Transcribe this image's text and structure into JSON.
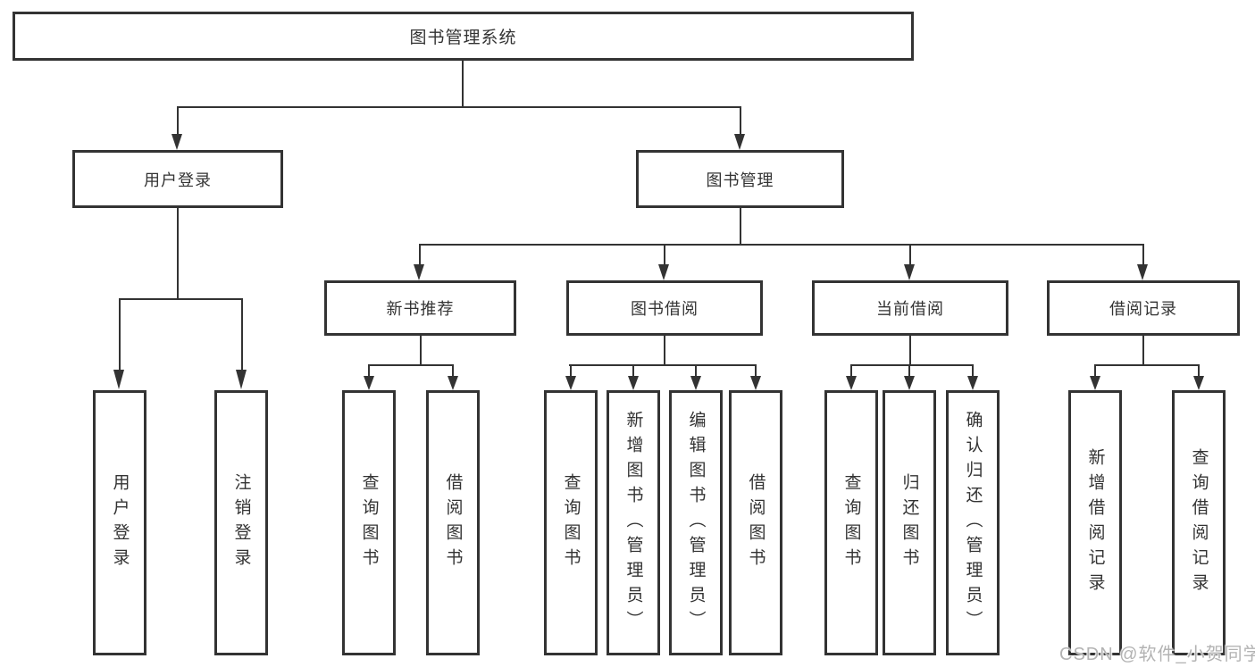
{
  "diagram_title": "图书管理系统",
  "colors": {
    "line": "#333333",
    "text": "#333333",
    "background": "#ffffff",
    "watermark": "#b3b3b3"
  },
  "tree": {
    "label": "图书管理系统",
    "children": [
      {
        "label": "用户登录",
        "children": [
          {
            "label": "用户登录"
          },
          {
            "label": "注销登录"
          }
        ]
      },
      {
        "label": "图书管理",
        "children": [
          {
            "label": "新书推荐",
            "children": [
              {
                "label": "查询图书"
              },
              {
                "label": "借阅图书"
              }
            ]
          },
          {
            "label": "图书借阅",
            "children": [
              {
                "label": "查询图书"
              },
              {
                "label": "新增图书（管理员）"
              },
              {
                "label": "编辑图书（管理员）"
              },
              {
                "label": "借阅图书"
              }
            ]
          },
          {
            "label": "当前借阅",
            "children": [
              {
                "label": "查询图书"
              },
              {
                "label": "归还图书"
              },
              {
                "label": "确认归还（管理员）"
              }
            ]
          },
          {
            "label": "借阅记录",
            "children": [
              {
                "label": "新增借阅记录"
              },
              {
                "label": "查询借阅记录"
              }
            ]
          }
        ]
      }
    ]
  },
  "watermark": {
    "text": "CSDN @软件_小贺同学"
  }
}
